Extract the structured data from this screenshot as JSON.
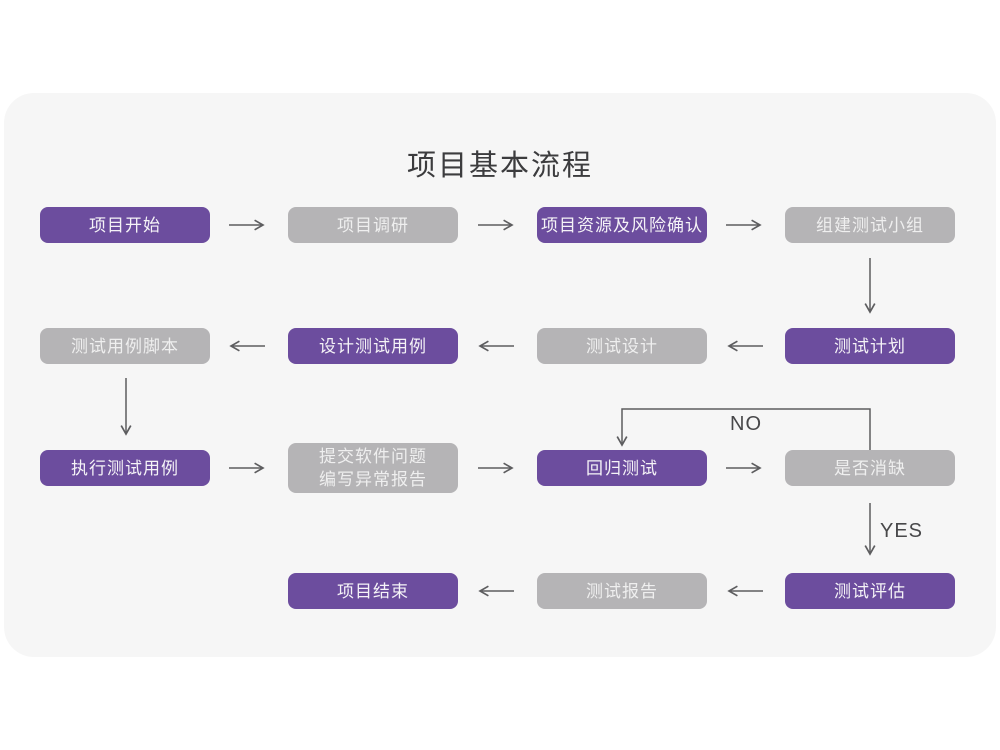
{
  "title": "项目基本流程",
  "colors": {
    "purple": "#6c4d9e",
    "gray": "#b5b4b6",
    "purple_text": "#f5f3f7",
    "gray_text": "#efefef",
    "card_background": "#f6f6f6",
    "page_background": "#ffffff",
    "title_text": "#3c3c3e",
    "arrow": "#5d5d5f",
    "edge_label_text": "#48484a"
  },
  "edge_labels": {
    "no": "NO",
    "yes": "YES"
  },
  "nodes": [
    {
      "id": "project-start",
      "label": "项目开始",
      "variant": "purple",
      "col": 1,
      "row": 1
    },
    {
      "id": "project-research",
      "label": "项目调研",
      "variant": "gray",
      "col": 2,
      "row": 1
    },
    {
      "id": "resources-risk",
      "label": "项目资源及风险确认",
      "variant": "purple",
      "col": 3,
      "row": 1
    },
    {
      "id": "build-test-team",
      "label": "组建测试小组",
      "variant": "gray",
      "col": 4,
      "row": 1
    },
    {
      "id": "test-plan",
      "label": "测试计划",
      "variant": "purple",
      "col": 4,
      "row": 2
    },
    {
      "id": "test-design",
      "label": "测试设计",
      "variant": "gray",
      "col": 3,
      "row": 2
    },
    {
      "id": "design-test-cases",
      "label": "设计测试用例",
      "variant": "purple",
      "col": 2,
      "row": 2
    },
    {
      "id": "test-case-script",
      "label": "测试用例脚本",
      "variant": "gray",
      "col": 1,
      "row": 2
    },
    {
      "id": "run-test-cases",
      "label": "执行测试用例",
      "variant": "purple",
      "col": 1,
      "row": 3
    },
    {
      "id": "submit-issues",
      "label": "提交软件问题\n编写异常报告",
      "variant": "gray",
      "col": 2,
      "row": 3,
      "tall": true
    },
    {
      "id": "regression-test",
      "label": "回归测试",
      "variant": "purple",
      "col": 3,
      "row": 3
    },
    {
      "id": "defect-cleared",
      "label": "是否消缺",
      "variant": "gray",
      "col": 4,
      "row": 3
    },
    {
      "id": "test-evaluation",
      "label": "测试评估",
      "variant": "purple",
      "col": 4,
      "row": 4
    },
    {
      "id": "test-report",
      "label": "测试报告",
      "variant": "gray",
      "col": 3,
      "row": 4
    },
    {
      "id": "project-end",
      "label": "项目结束",
      "variant": "purple",
      "col": 2,
      "row": 4
    }
  ]
}
